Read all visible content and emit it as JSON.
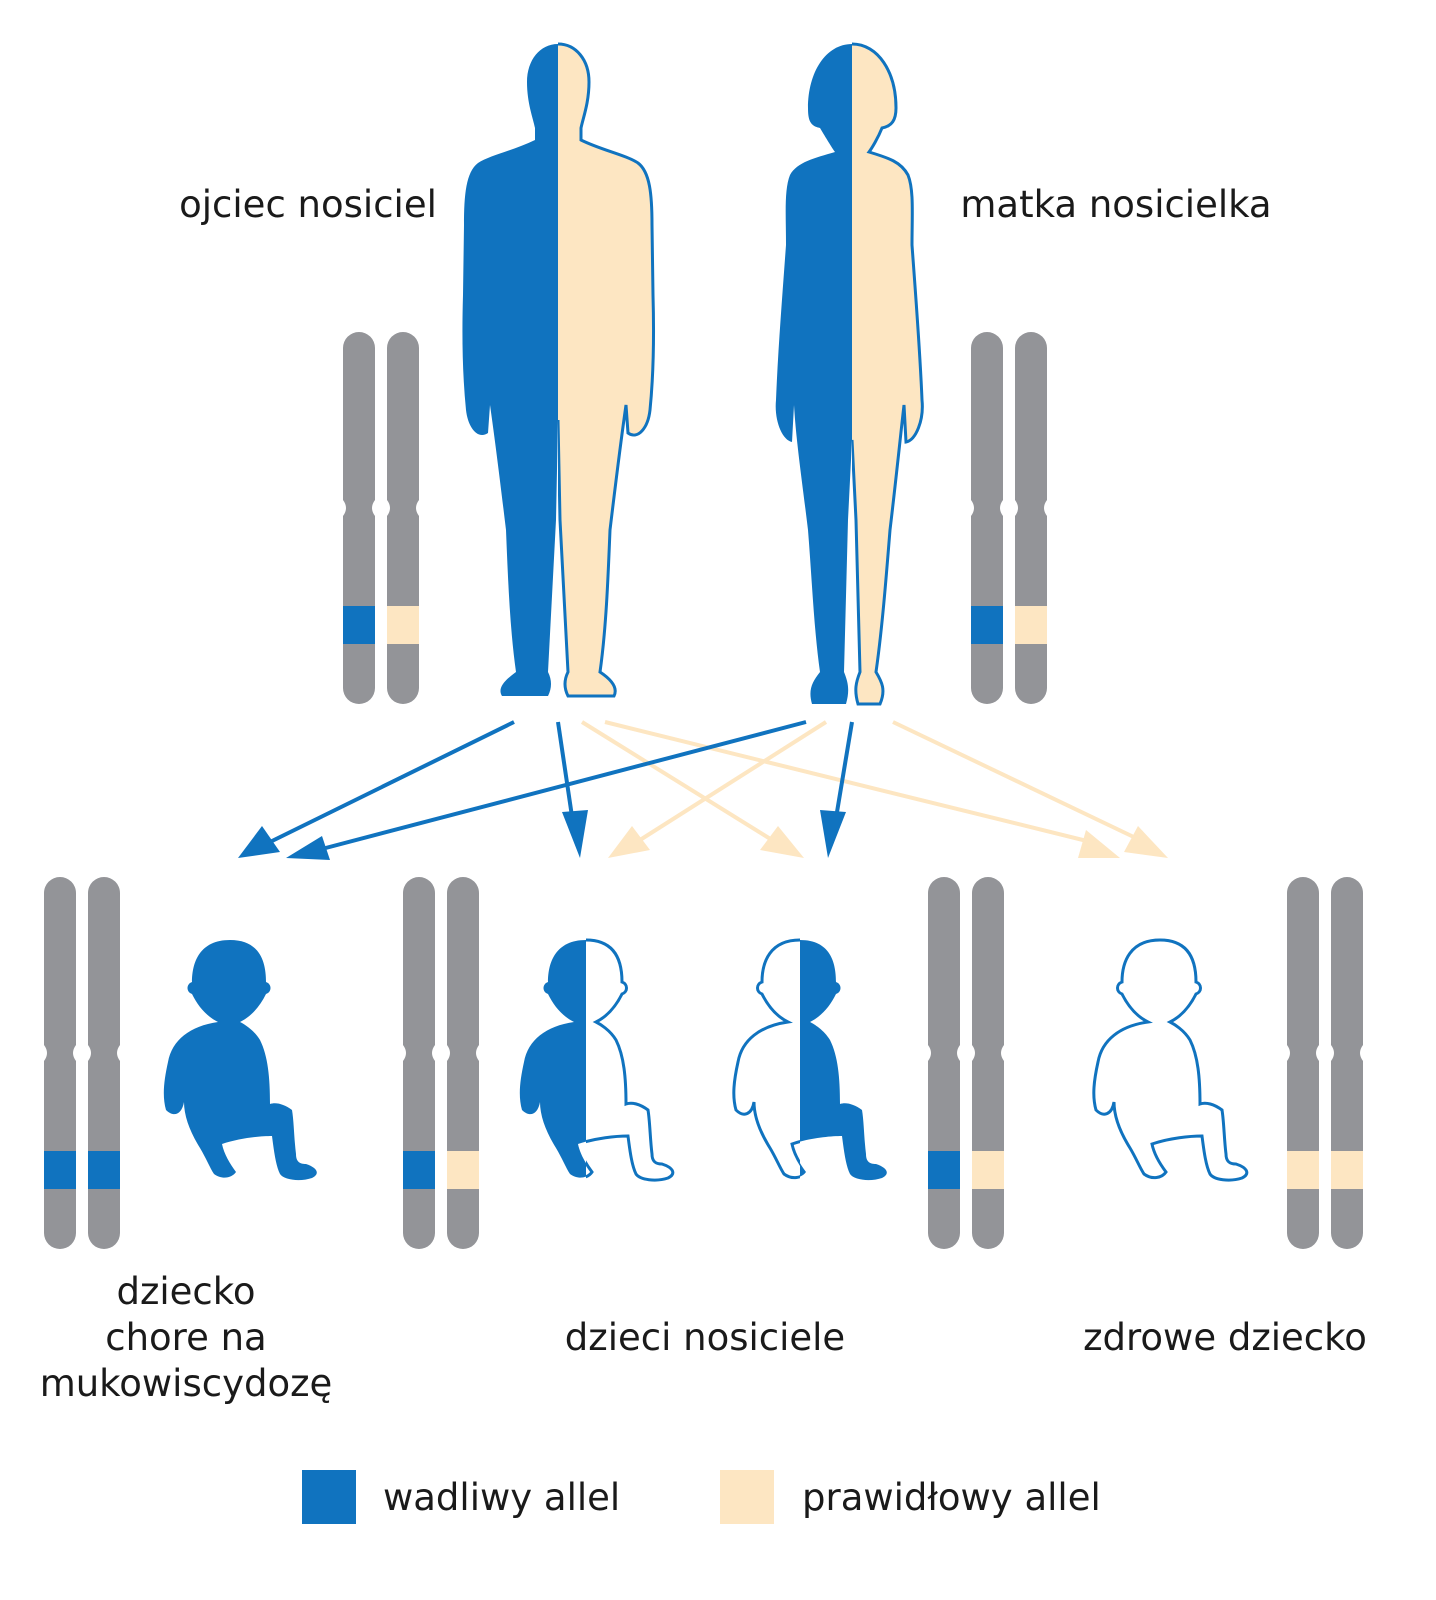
{
  "labels": {
    "father": "ojciec nosiciel",
    "mother": "matka nosicielka",
    "sick_child": [
      "dziecko",
      "chore na",
      "mukowiscydozę"
    ],
    "carrier_children": "dzieci nosiciele",
    "healthy_child": "zdrowe dziecko"
  },
  "legend": {
    "defective": "wadliwy allel",
    "normal": "prawidłowy allel"
  },
  "colors": {
    "defective": "#1073bf",
    "normal": "#fde6c2",
    "chromosome": "#939498",
    "text": "#1a1a1a"
  },
  "genotypes": {
    "father": [
      "defective",
      "normal"
    ],
    "mother": [
      "defective",
      "normal"
    ],
    "sick_child": [
      "defective",
      "defective"
    ],
    "carrier_child_1": [
      "defective",
      "normal"
    ],
    "carrier_child_2": [
      "defective",
      "normal"
    ],
    "healthy_child": [
      "normal",
      "normal"
    ]
  }
}
